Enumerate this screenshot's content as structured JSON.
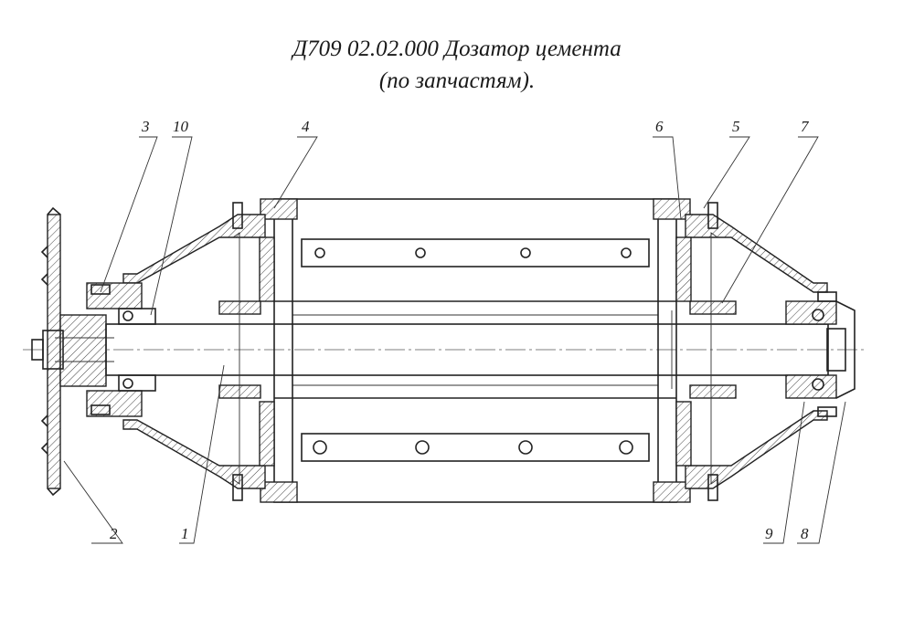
{
  "title_line1": "Д709 02.02.000 Дозатор цемента",
  "title_line2": "(по запчастям).",
  "part_labels": [
    {
      "id": "3",
      "text": "3"
    },
    {
      "id": "10",
      "text": "10"
    },
    {
      "id": "4",
      "text": "4"
    },
    {
      "id": "6",
      "text": "6"
    },
    {
      "id": "5",
      "text": "5"
    },
    {
      "id": "7",
      "text": "7"
    },
    {
      "id": "2",
      "text": "2"
    },
    {
      "id": "1",
      "text": "1"
    },
    {
      "id": "9",
      "text": "9"
    },
    {
      "id": "8",
      "text": "8"
    }
  ]
}
